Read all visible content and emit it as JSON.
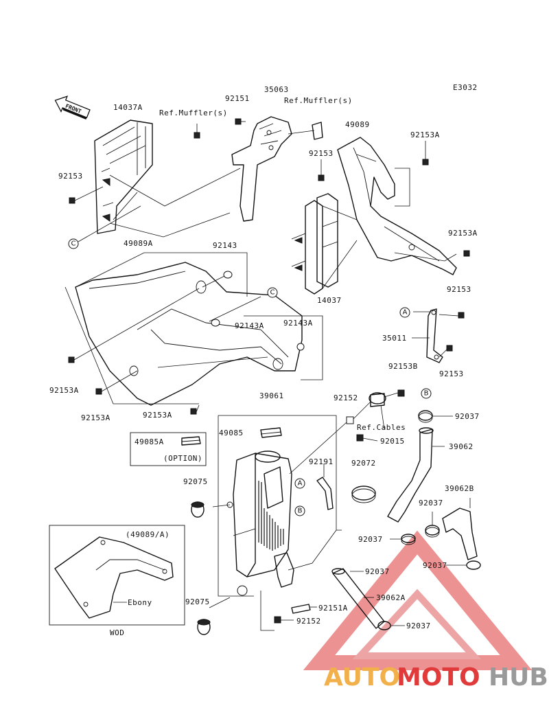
{
  "diagram_code": "E3032",
  "front_arrow_label": "FRONT",
  "labels": {
    "p14037A": "14037A",
    "p92151": "92151",
    "p35063": "35063",
    "refMuffler1": "Ref.Muffler(s)",
    "refMuffler2": "Ref.Muffler(s)",
    "p49089": "49089",
    "p92153A_top": "92153A",
    "p92153_left": "92153",
    "p92153_mid": "92153",
    "p49089A": "49089A",
    "p92143": "92143",
    "p92153A_r2": "92153A",
    "p14037": "14037",
    "p92153_r3": "92153",
    "p92143A_1": "92143A",
    "p92143A_2": "92143A",
    "p35011": "35011",
    "p92153A_l1": "92153A",
    "p92153A_l2": "92153A",
    "p92153A_b": "92153A",
    "p92153B": "92153B",
    "p92153_r4": "92153",
    "p39061": "39061",
    "p92152_top": "92152",
    "p92037_r1": "92037",
    "p49085A": "49085A",
    "option": "(OPTION)",
    "p49085": "49085",
    "refCables": "Ref.Cables",
    "p92015": "92015",
    "p39062": "39062",
    "p92191": "92191",
    "p92072": "92072",
    "p92075_1": "92075",
    "p39062B": "39062B",
    "p92037_r2": "92037",
    "p49089A_ref": "(49089/A)",
    "p92037_m1": "92037",
    "p92037_r3": "92037",
    "p92037_m2": "92037",
    "ebony": "Ebony",
    "p92075_2": "92075",
    "p39062A": "39062A",
    "p92151A": "92151A",
    "p92152_b": "92152",
    "p92037_b": "92037",
    "wod": "WOD"
  },
  "callouts": {
    "A": "A",
    "B": "B",
    "C": "C"
  },
  "watermark": {
    "part1": "AUTO",
    "part2": "MOTO",
    "part3": "HUB",
    "color1": "#f2b04a",
    "color2": "#e03a3a",
    "color3": "#9a9a9a"
  }
}
